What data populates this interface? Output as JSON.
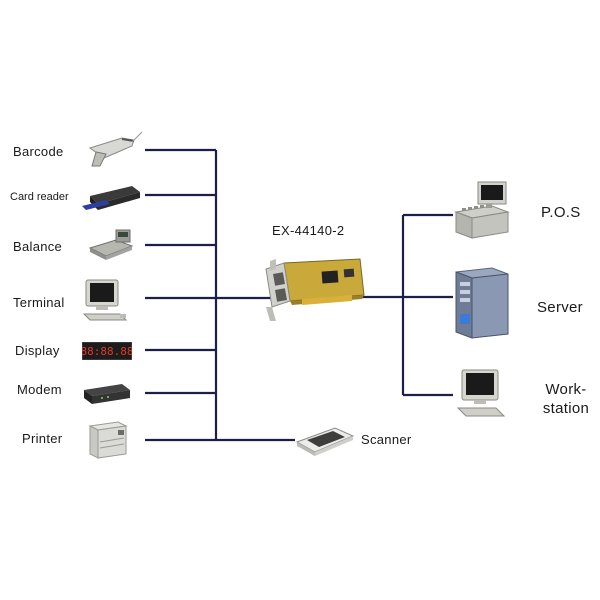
{
  "diagram": {
    "card_title": "EX-44140-2",
    "left_devices": [
      {
        "label": "Barcode",
        "icon": "barcode-scanner-icon"
      },
      {
        "label": "Card reader",
        "icon": "card-reader-icon"
      },
      {
        "label": "Balance",
        "icon": "scale-icon"
      },
      {
        "label": "Terminal",
        "icon": "terminal-icon"
      },
      {
        "label": "Display",
        "icon": "led-display-icon"
      },
      {
        "label": "Modem",
        "icon": "modem-icon"
      },
      {
        "label": "Printer",
        "icon": "printer-icon"
      }
    ],
    "scanner": {
      "label": "Scanner",
      "icon": "flatbed-scanner-icon"
    },
    "right_devices": [
      {
        "label": "P.O.S",
        "icon": "pos-terminal-icon"
      },
      {
        "label": "Server",
        "icon": "server-tower-icon"
      },
      {
        "label_line1": "Work-",
        "label_line2": "station",
        "icon": "workstation-icon"
      }
    ],
    "display_digits": "88:88.88",
    "colors": {
      "line": "#1c1f4a",
      "card_pcb": "#c9a93a",
      "text": "#1a1a1a"
    }
  }
}
